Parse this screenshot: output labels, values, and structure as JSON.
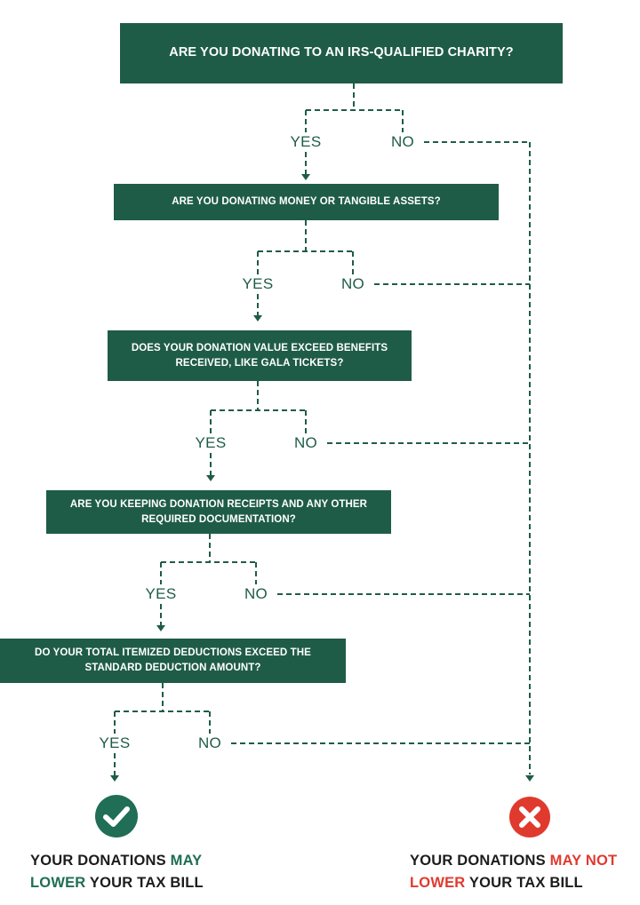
{
  "questions": [
    "ARE YOU DONATING TO AN IRS-QUALIFIED CHARITY?",
    "ARE YOU DONATING MONEY OR TANGIBLE ASSETS?",
    "DOES YOUR DONATION VALUE EXCEED BENEFITS RECEIVED, LIKE GALA TICKETS?",
    "ARE YOU KEEPING DONATION RECEIPTS AND ANY OTHER REQUIRED DOCUMENTATION?",
    "DO YOUR TOTAL ITEMIZED DEDUCTIONS EXCEED THE STANDARD DEDUCTION AMOUNT?"
  ],
  "labels": {
    "yes": "YES",
    "no": "NO"
  },
  "results": {
    "positive": {
      "icon": "checkmark-icon",
      "line1_a": "YOUR DONATIONS ",
      "line1_b": "MAY",
      "line2_a": "LOWER",
      "line2_b": " YOUR TAX BILL"
    },
    "negative": {
      "icon": "x-mark-icon",
      "line1_a": "YOUR DONATIONS ",
      "line1_b": "MAY NOT",
      "line2_a": "LOWER",
      "line2_b": " YOUR TAX BILL"
    }
  },
  "colors": {
    "box": "#1f5c47",
    "positive": "#1f6e55",
    "negative": "#e03a2f"
  }
}
